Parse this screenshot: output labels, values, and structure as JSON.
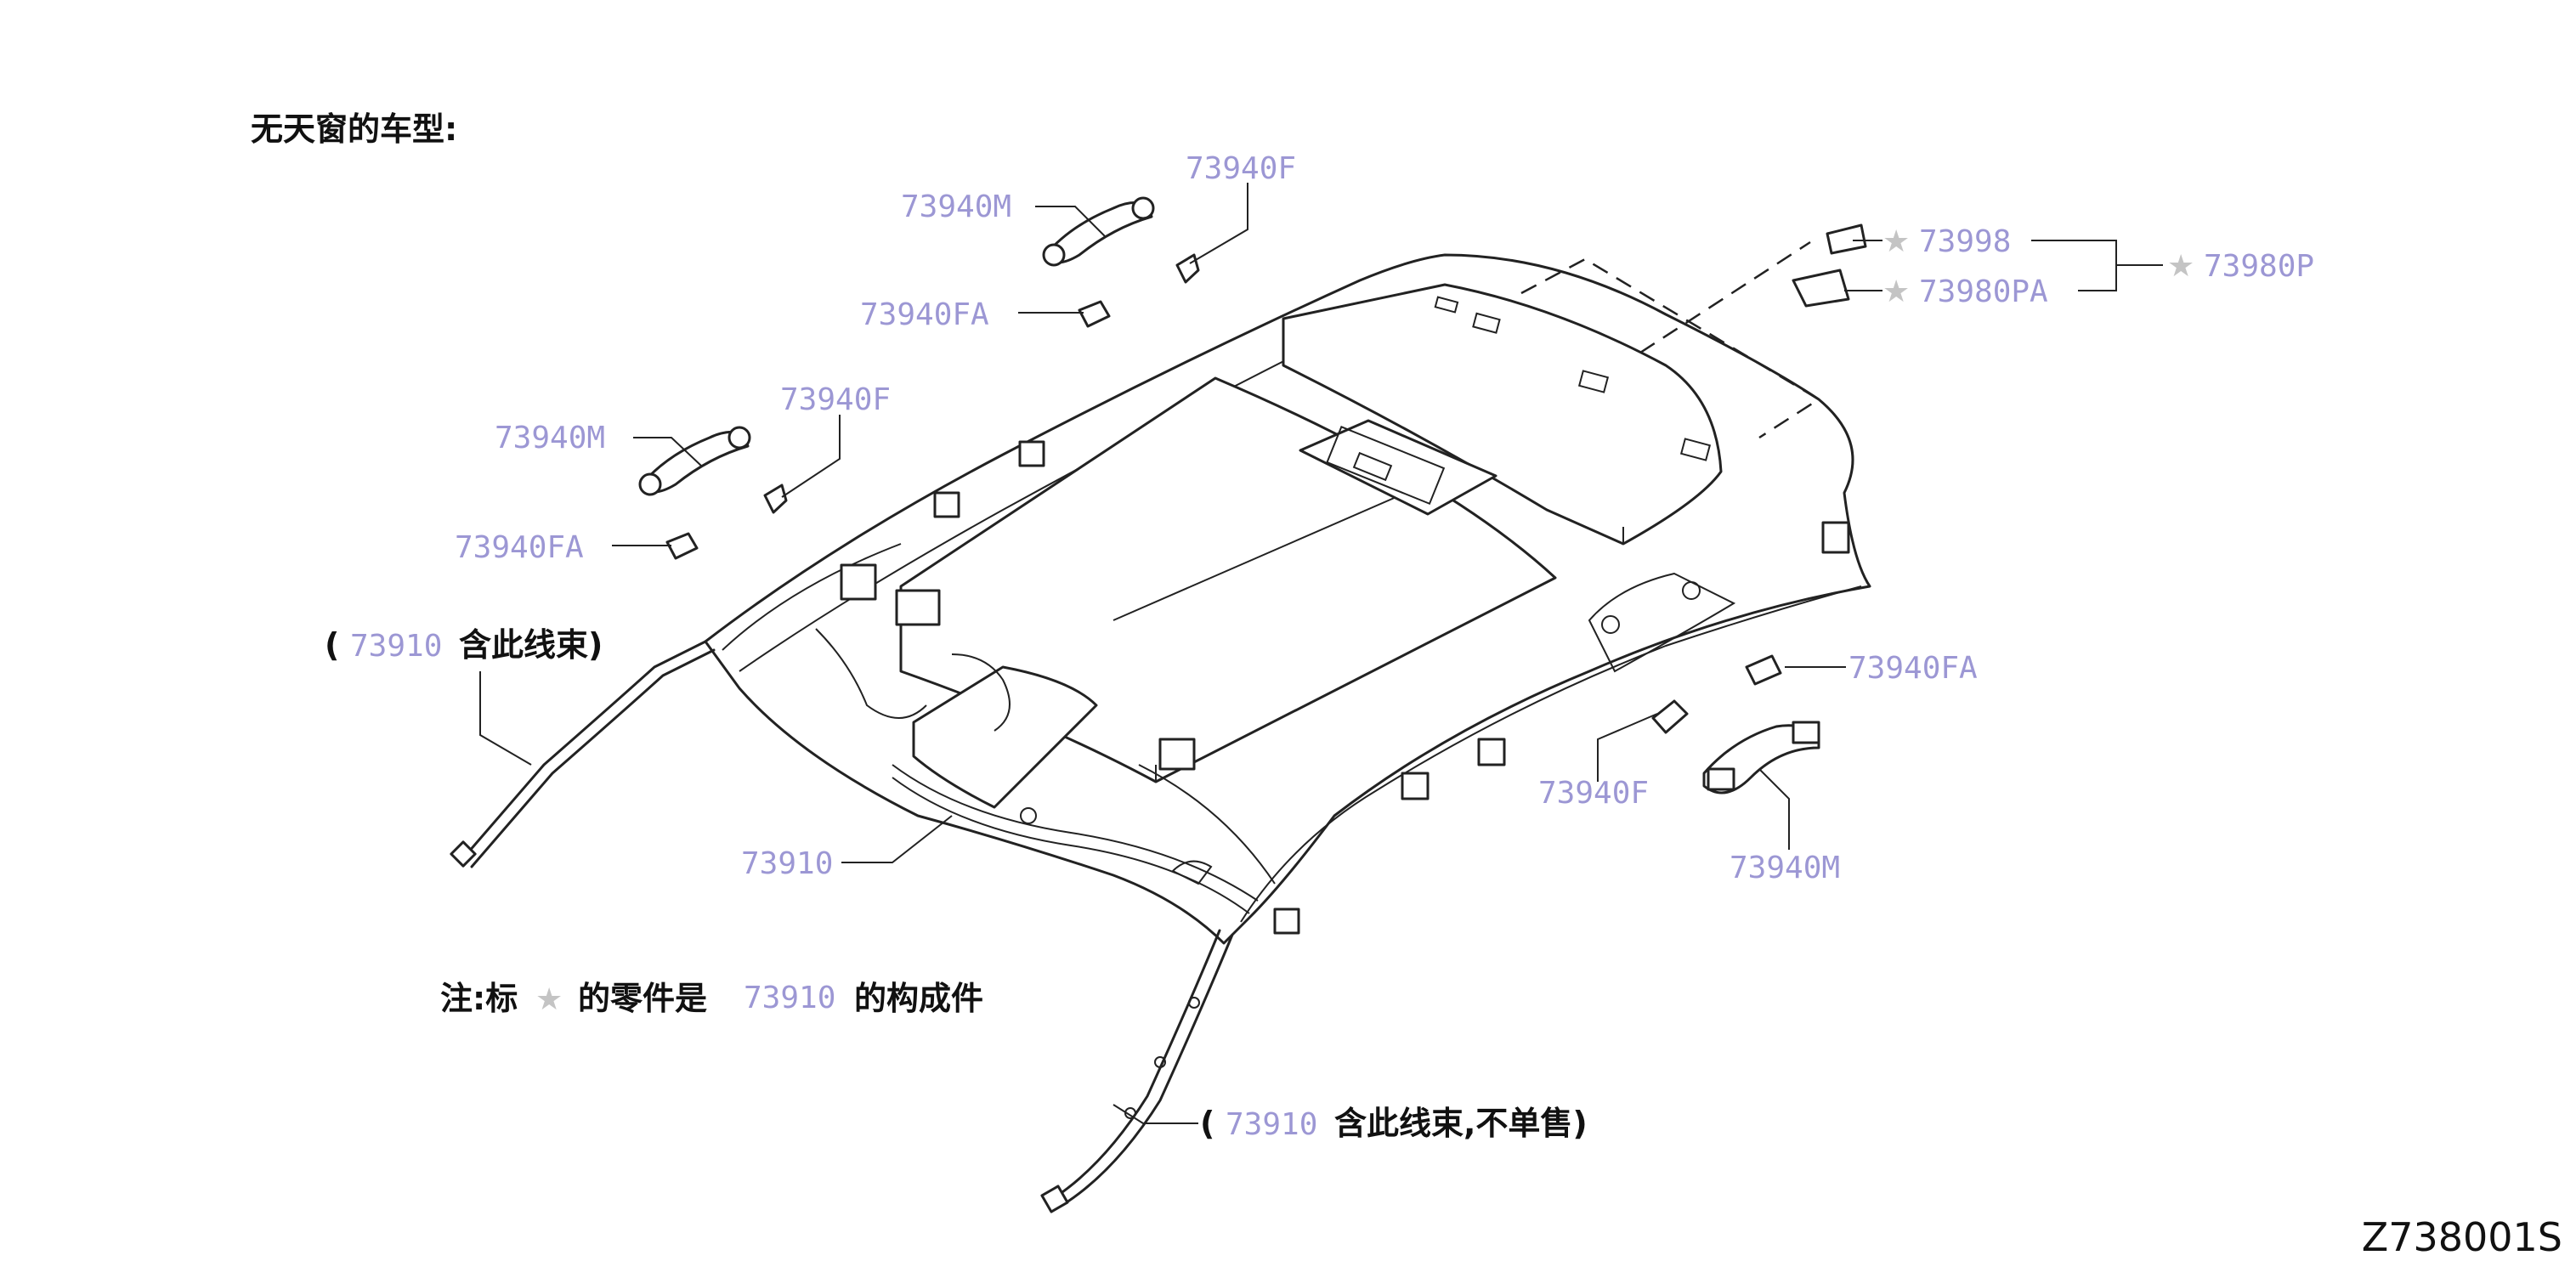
{
  "diagram": {
    "heading": "无天窗的车型:",
    "drawing_code": "Z738001S",
    "star_glyph": "★",
    "colors": {
      "part_number": "#9c97d4",
      "text": "#111111",
      "line": "#222222",
      "star": "#c4c4c4"
    },
    "callouts": {
      "grip_upper_m": "73940M",
      "grip_upper_f": "73940F",
      "grip_upper_fa": "73940FA",
      "grip_mid_m": "73940M",
      "grip_mid_f": "73940F",
      "grip_mid_fa": "73940FA",
      "right_fa": "73940FA",
      "right_f": "73940F",
      "right_m": "73940M",
      "clip_73998": "73998",
      "clip_73980pa": "73980PA",
      "assy_73980p": "73980P",
      "headlining_73910": "73910"
    },
    "notes": {
      "harness_left": {
        "open": "(",
        "part": "73910",
        "text": "含此线束)"
      },
      "harness_bottom": {
        "open": "(",
        "part": "73910",
        "text": "含此线束,不单售)"
      },
      "legend": {
        "prefix": "注:标",
        "middle": "的零件是",
        "part": "73910",
        "suffix": "的构成件"
      }
    }
  }
}
